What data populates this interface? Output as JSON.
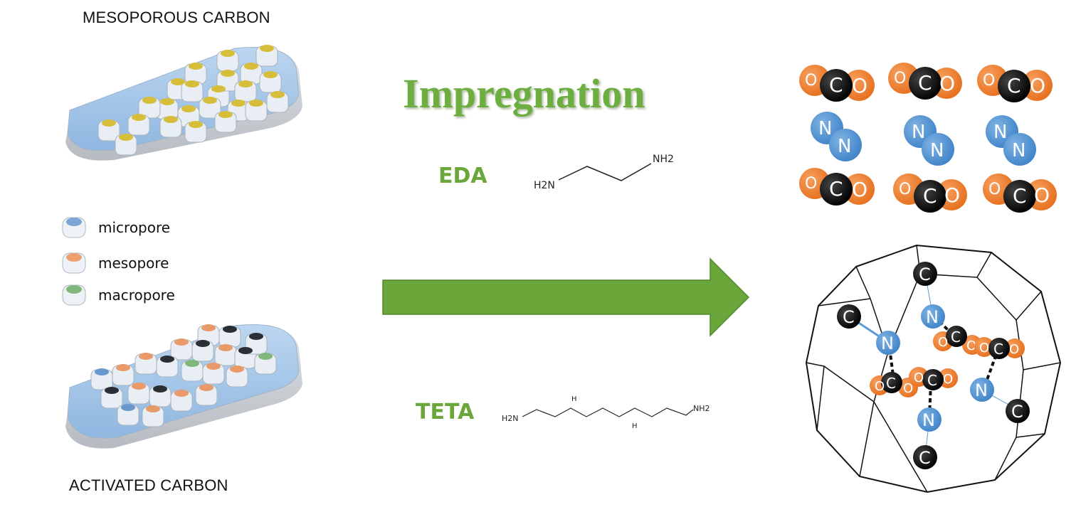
{
  "labels": {
    "mesoporous_carbon": "MESOPOROUS CARBON",
    "activated_carbon": "ACTIVATED CARBON",
    "impregnation": "Impregnation"
  },
  "legend": [
    {
      "label": "micropore",
      "color": "#7aa7d6"
    },
    {
      "label": "mesopore",
      "color": "#f0a070"
    },
    {
      "label": "macropore",
      "color": "#7fb87a"
    }
  ],
  "amines": [
    {
      "name": "EDA",
      "groups": [
        "H2N",
        "NH2"
      ]
    },
    {
      "name": "TETA",
      "groups": [
        "H2N",
        "H",
        "H",
        "NH2"
      ]
    }
  ],
  "atoms": {
    "carbon": "C",
    "oxygen": "O",
    "nitrogen": "N"
  },
  "colors": {
    "arrow": "#6aa63a",
    "carbon_atom": "#111111",
    "oxygen_atom": "#f07f2e",
    "nitrogen_atom": "#5b9bd5",
    "pore_yellow": "#d8c040",
    "slab": "#9cc2e6"
  }
}
